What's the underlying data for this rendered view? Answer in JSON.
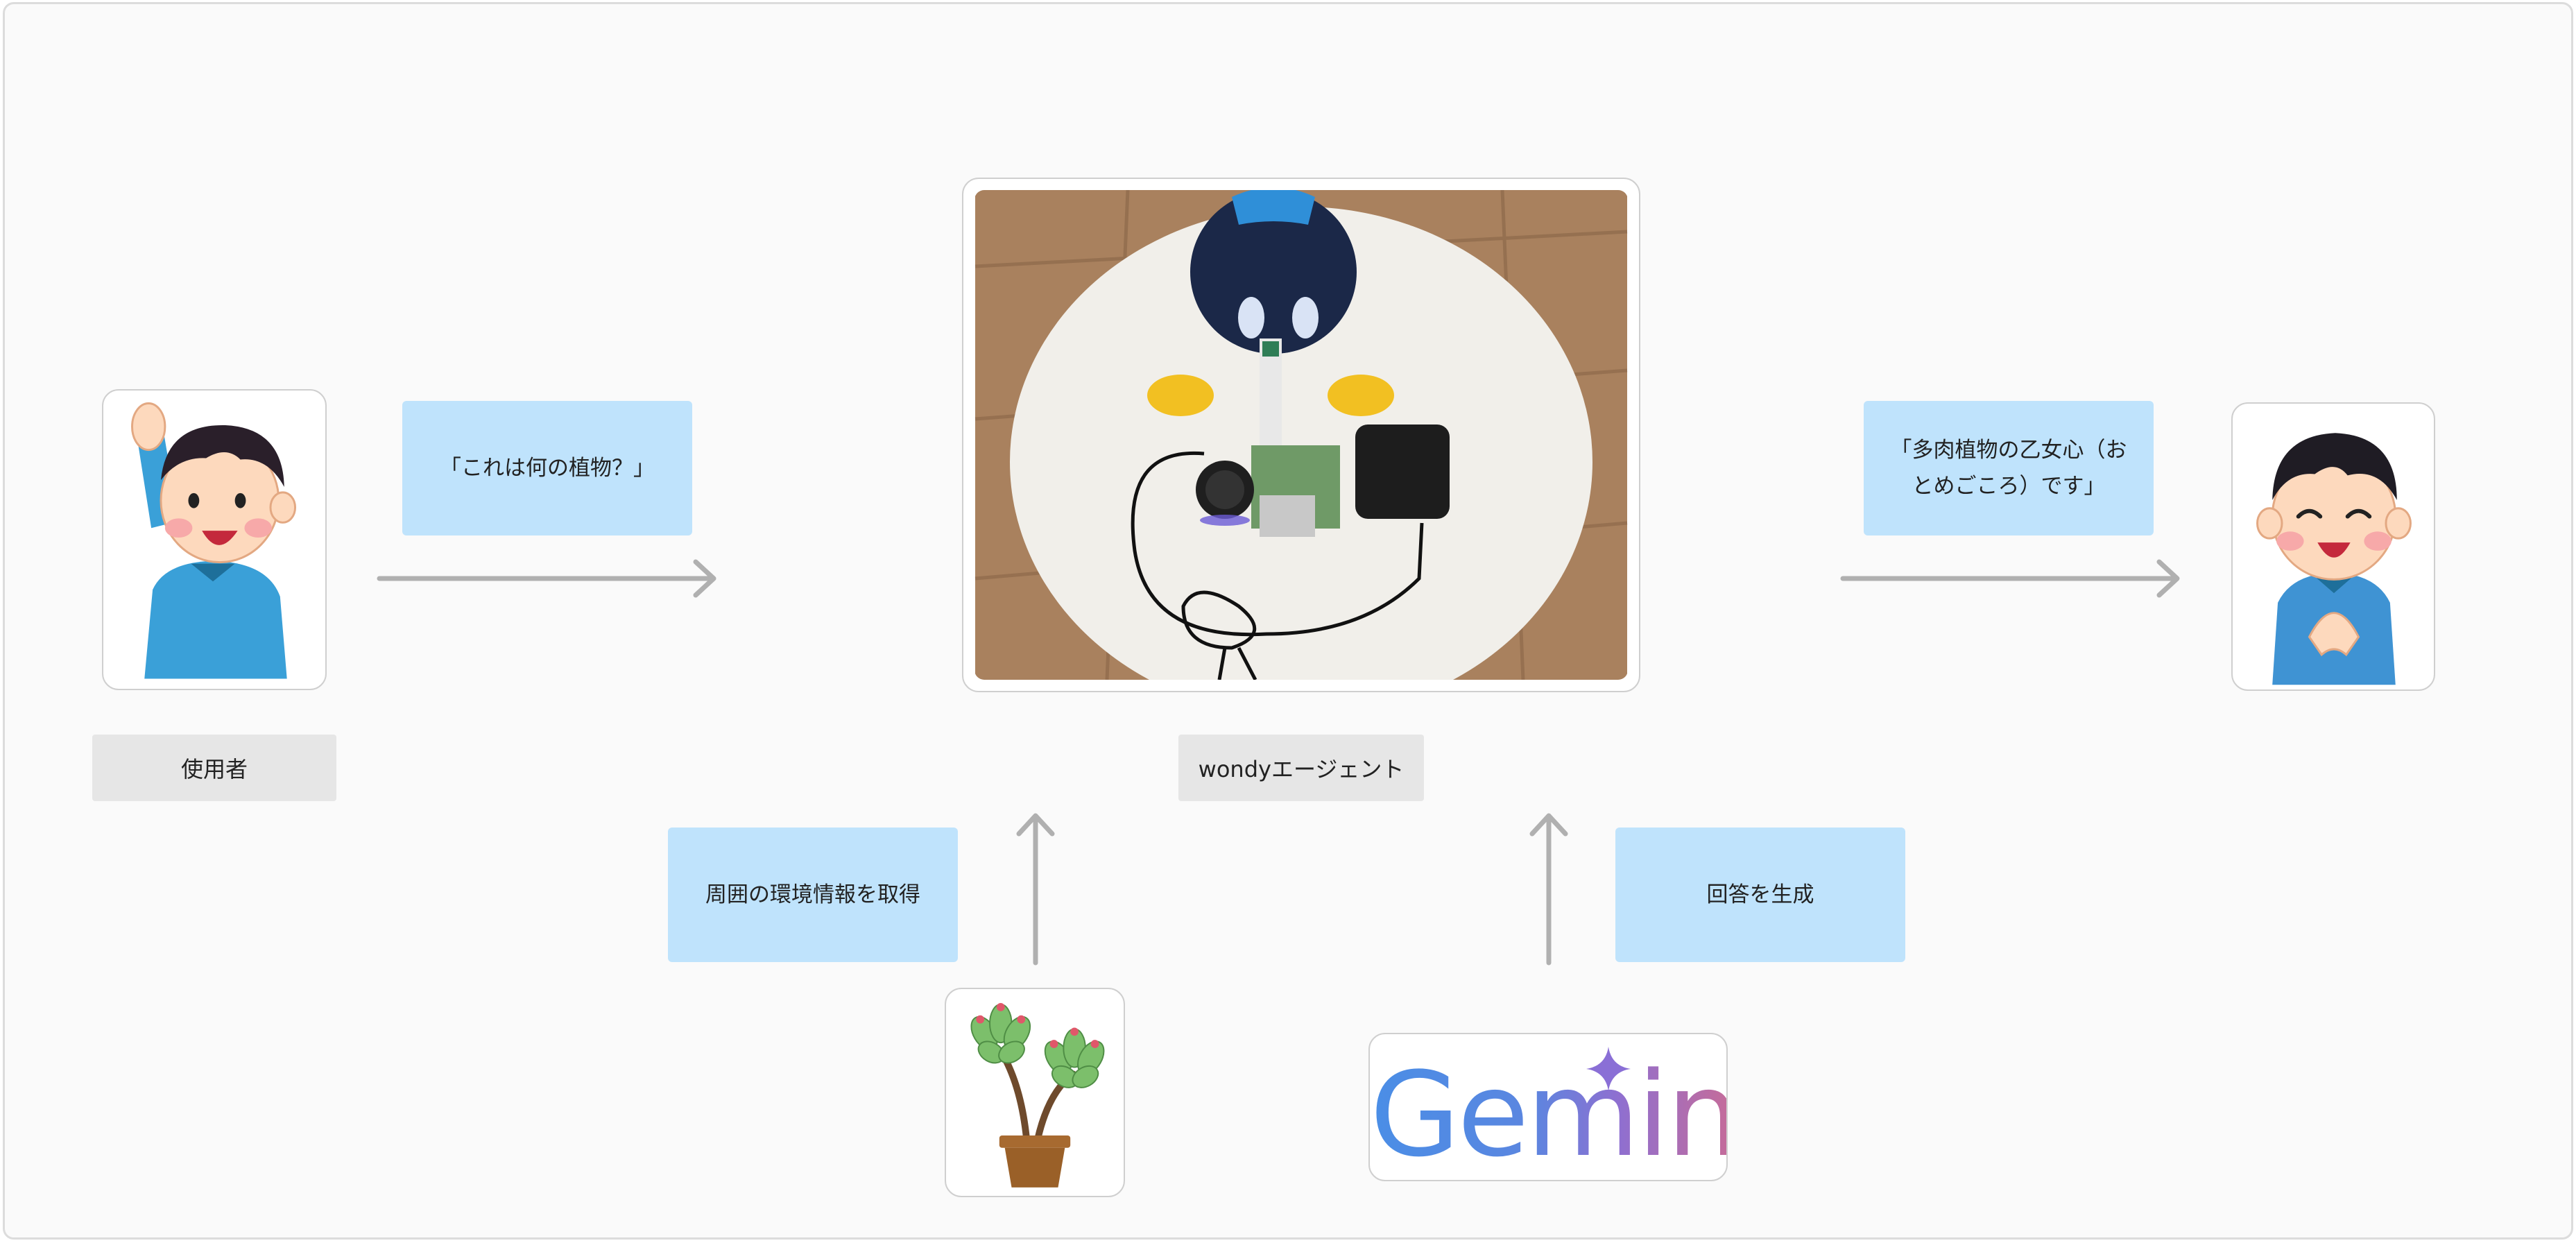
{
  "labels": {
    "user": "使用者",
    "agent": "wondyエージェント"
  },
  "bubbles": {
    "question": "「これは何の植物？」",
    "answer": "「多肉植物の乙女心（おとめごころ）です」",
    "environment": "周囲の環境情報を取得",
    "generate": "回答を生成"
  },
  "logo": {
    "gemini_text": "Gemini"
  },
  "colors": {
    "bubble": "#bfe3fc",
    "label": "#e6e6e6",
    "arrow": "#b0b0b0"
  }
}
